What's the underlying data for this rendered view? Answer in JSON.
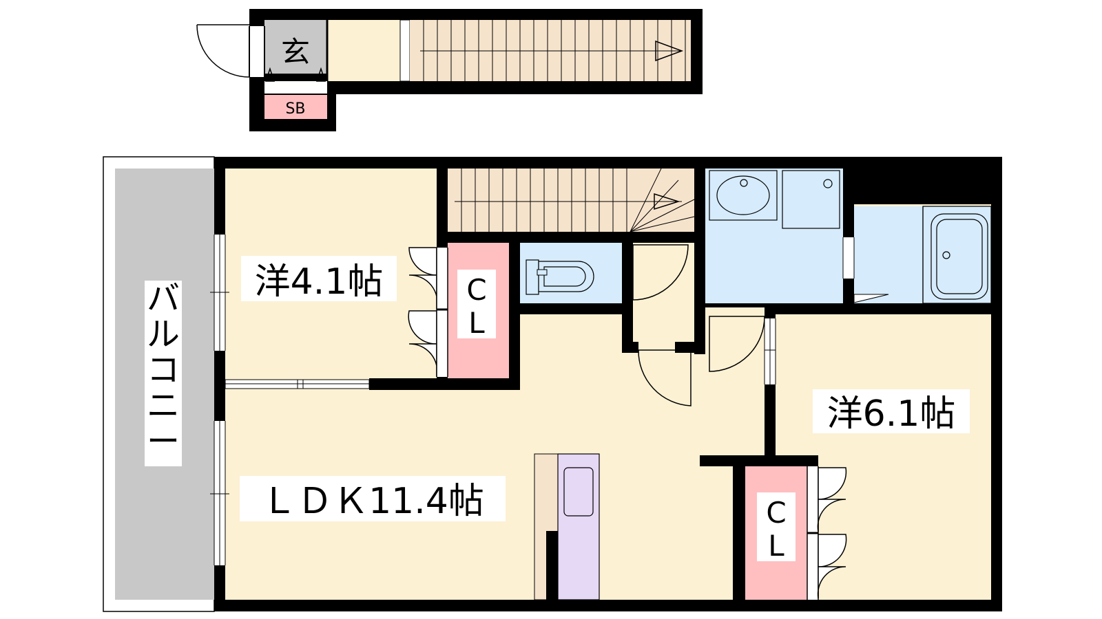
{
  "rooms": {
    "entrance": "玄",
    "shoe_box": "SB",
    "western_a": "洋4.1帖",
    "western_b": "洋6.1帖",
    "ldk": "ＬＤＫ11.4帖",
    "closet_a": "C\nL",
    "closet_b": "C\nL",
    "balcony": "バルコニー"
  },
  "colors": {
    "floor": "#fdf1d4",
    "wet": "#d6ebfb",
    "closet": "#ffbfc1",
    "balcony": "#c8c8c8",
    "entrance": "#c8c8c8",
    "kitchen": "#e6d9f5",
    "stairs": "#f6e3cc",
    "wall": "#000000"
  }
}
